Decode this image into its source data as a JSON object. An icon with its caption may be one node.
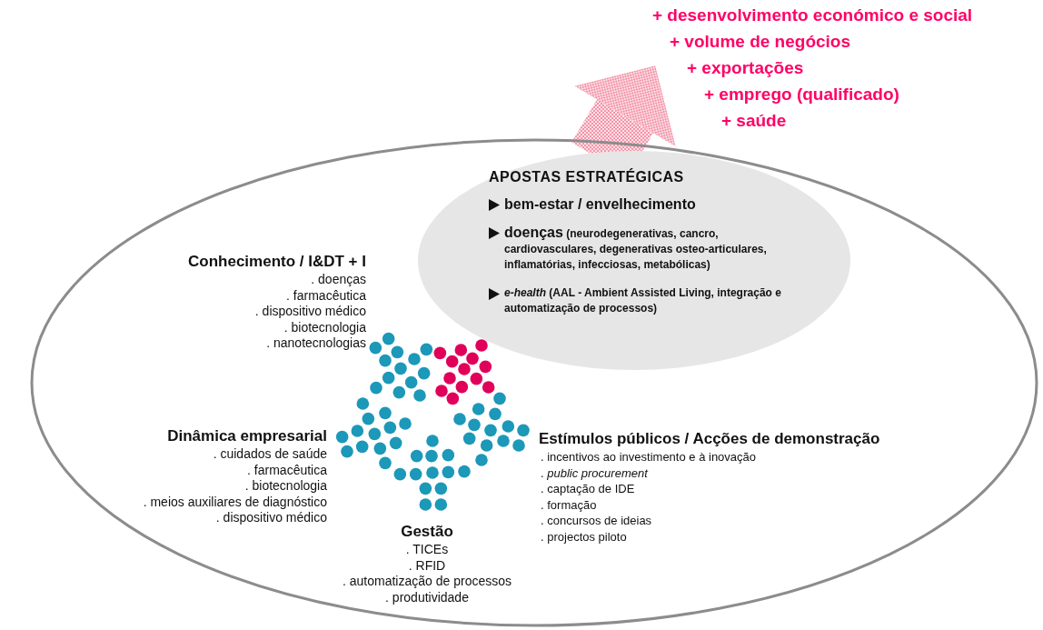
{
  "diagram": {
    "nodes": [
      {
        "text": [],
        "shape": "ellipse"
      },
      {
        "text": [
          "APOSTAS ESTRATÉGICAS",
          "bem-estar / envelhecimento",
          "**doenças** (neurodegenerativas, cancro, cardiovasculares, degenerativas osteo-articulares, inflamatórias, infecciosas, metabólicas)",
          "*e-health* (AAL - Ambient Assisted Living, integração e automatização de processos)"
        ],
        "in": 0
      },
      {
        "text": [
          "+ desenvolvimento económico e social",
          "+ volume de negócios",
          "+ exportações",
          "+ emprego (qualificado)",
          "+ saúde"
        ]
      }
    ],
    "edges": [
      {
        "from": 1,
        "to": 2,
        "arrow": "to",
        "style": "thick"
      }
    ],
    "labels": [
      "Conhecimento / I&DT + I",
      ". doenças",
      ". farmacêutica",
      ". dispositivo médico",
      ". biotecnologia",
      ". nanotecnologias",
      "Dinâmica empresarial",
      ". cuidados de saúde",
      ". farmacêutica",
      ". biotecnologia",
      ". meios auxiliares de diagnóstico",
      ". dispositivo médico",
      "Estímulos públicos / Acções de demonstração",
      ". incentivos ao investimento e à inovação",
      ". *public procurement*",
      ". captação de IDE",
      ". formação",
      ". concursos de ideias",
      ". projectos piloto",
      "Gestão",
      ". TICEs",
      ". RFID",
      ". automatização de processos",
      ". produtividade"
    ]
  }
}
